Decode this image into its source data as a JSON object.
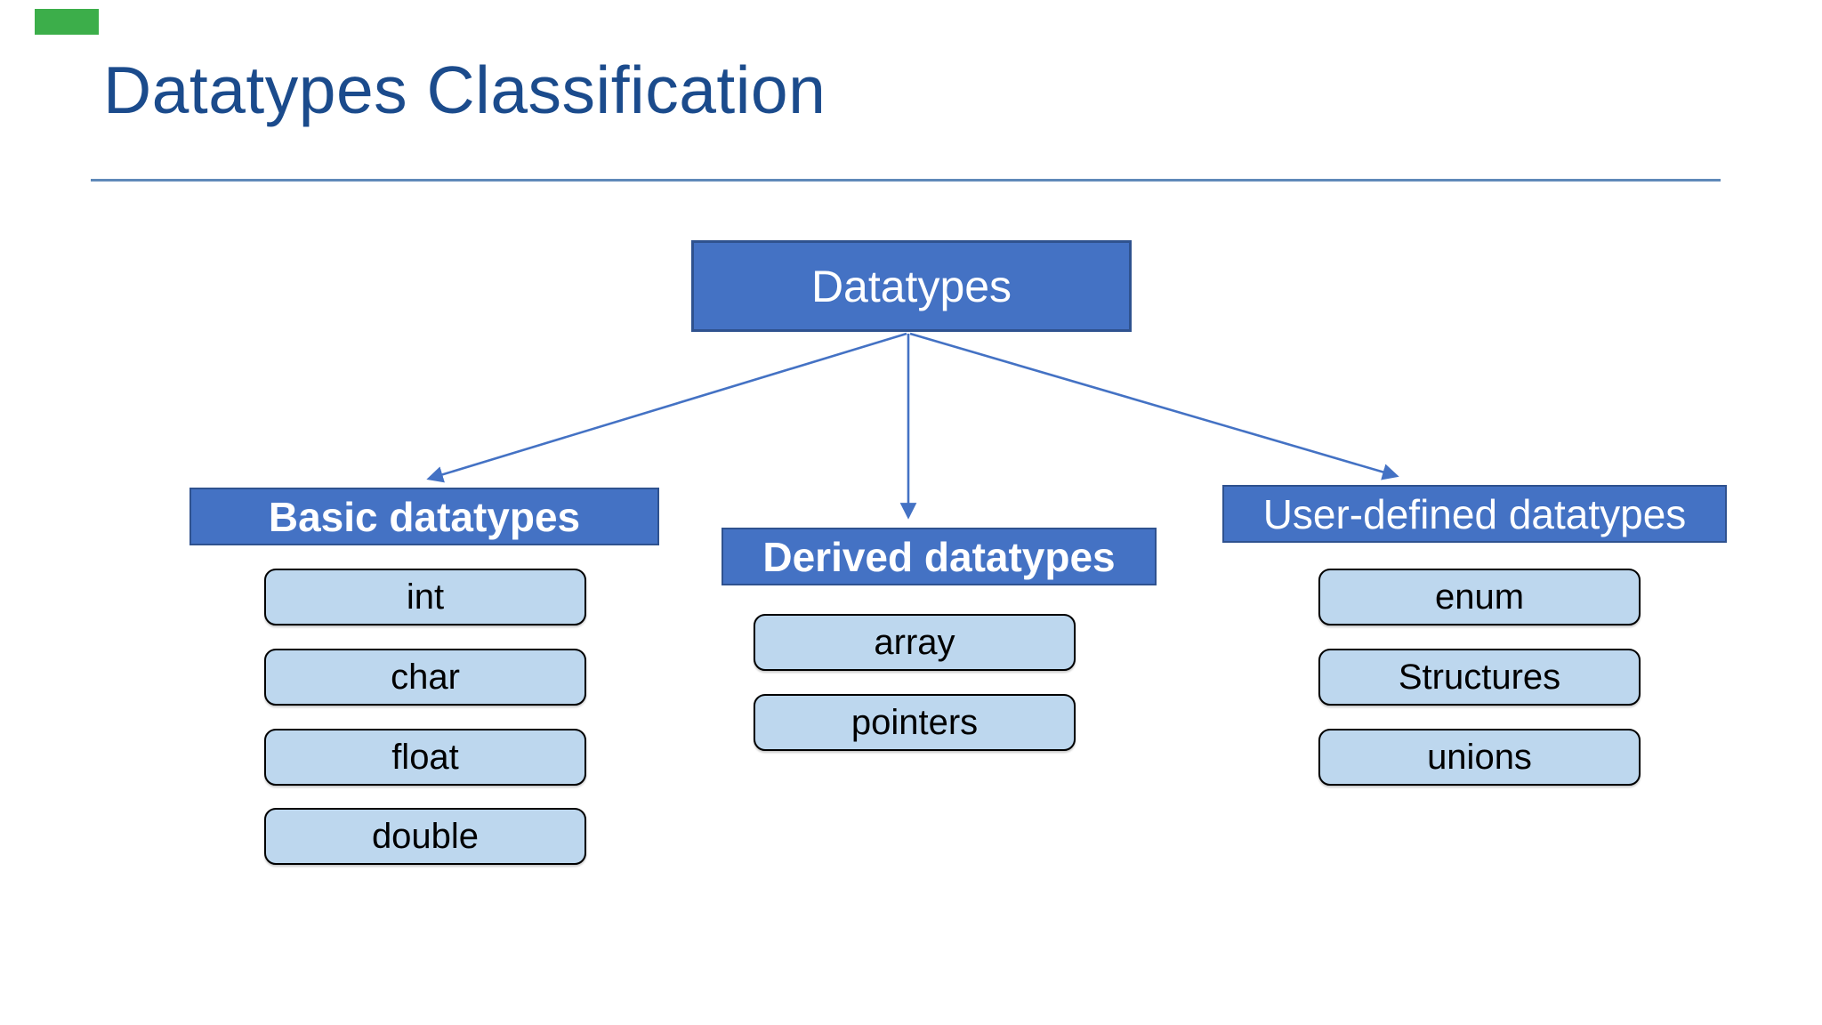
{
  "slide": {
    "title": "Datatypes Classification",
    "root_label": "Datatypes",
    "groups": [
      {
        "label": "Basic datatypes",
        "items": [
          "int",
          "char",
          "float",
          "double"
        ]
      },
      {
        "label": "Derived datatypes",
        "items": [
          "array",
          "pointers"
        ]
      },
      {
        "label": "User-defined datatypes",
        "items": [
          "enum",
          "Structures",
          "unions"
        ]
      }
    ],
    "colors": {
      "title_text": "#1B4B8C",
      "divider": "#5F89B9",
      "node_fill": "#4472C4",
      "node_border": "#2F528F",
      "node_text": "#FFFFFF",
      "leaf_fill": "#BDD7EE",
      "leaf_border": "#000000",
      "leaf_text": "#000000",
      "arrow": "#4472C4",
      "corner_marker": "#3CAE4A"
    }
  }
}
